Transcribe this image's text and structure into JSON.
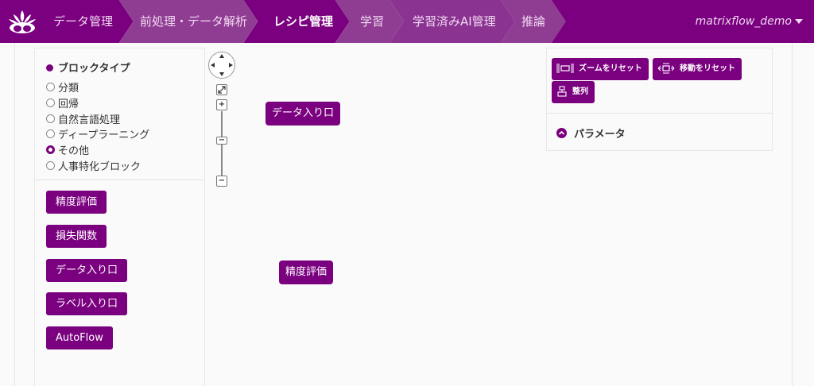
{
  "nav": {
    "crumbs": [
      {
        "label": "データ管理",
        "active": false
      },
      {
        "label": "前処理・データ解析",
        "active": false
      },
      {
        "label": "レシピ管理",
        "active": true
      },
      {
        "label": "学習",
        "active": false
      },
      {
        "label": "学習済みAI管理",
        "active": false
      },
      {
        "label": "推論",
        "active": false
      }
    ],
    "user": "matrixflow_demo"
  },
  "sidebar": {
    "block_type_heading": "ブロックタイプ",
    "radio_options": [
      {
        "label": "分類",
        "checked": false
      },
      {
        "label": "回帰",
        "checked": false
      },
      {
        "label": "自然言語処理",
        "checked": false
      },
      {
        "label": "ディープラーニング",
        "checked": false
      },
      {
        "label": "その他",
        "checked": true
      },
      {
        "label": "人事特化ブロック",
        "checked": false
      }
    ],
    "blocks": [
      {
        "label": "精度評価"
      },
      {
        "label": "損失関数"
      },
      {
        "label": "データ入り口"
      },
      {
        "label": "ラベル入り口"
      },
      {
        "label": "AutoFlow"
      }
    ]
  },
  "canvas": {
    "nodes": [
      {
        "label": "データ入り口"
      },
      {
        "label": "精度評価"
      }
    ]
  },
  "right_panel": {
    "reset_zoom_label": "ズームをリセット",
    "reset_move_label": "移動をリセット",
    "arrange_label": "整列",
    "parameters_label": "パラメータ"
  },
  "colors": {
    "brand": "#7a007f",
    "nav_bg": "#7a007f"
  }
}
